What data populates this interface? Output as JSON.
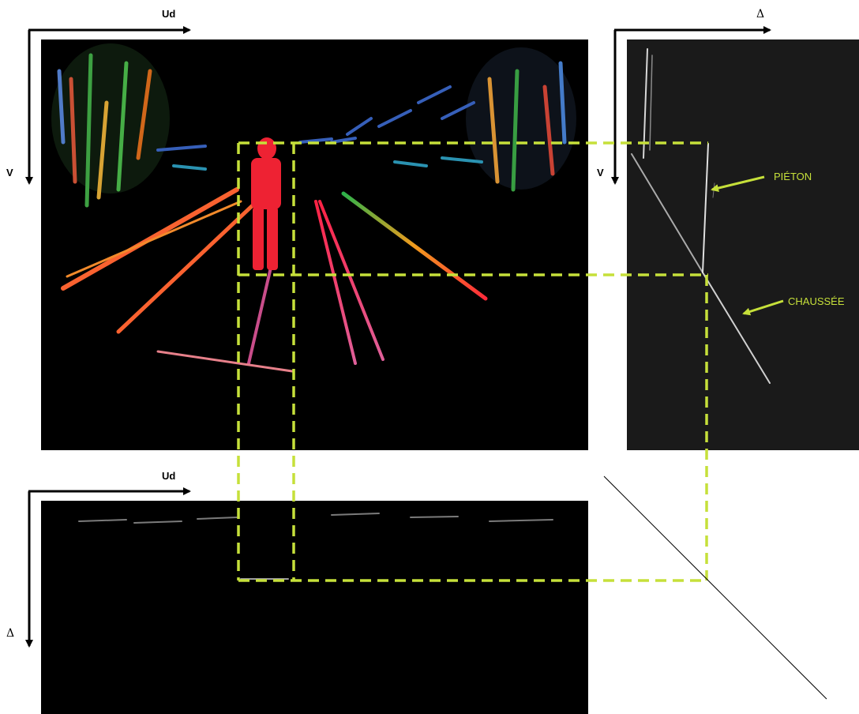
{
  "panels": {
    "disparity_image": {
      "x_axis_label": "Ud",
      "y_axis_label": "V"
    },
    "v_disparity": {
      "x_axis_label": "Δ",
      "y_axis_label": "V",
      "annotations": {
        "pedestrian": "PIÉTON",
        "road": "CHAUSSÉE"
      }
    },
    "u_disparity": {
      "x_axis_label": "Ud",
      "y_axis_label": "Δ"
    }
  },
  "colors": {
    "highlight": "#c6e03a",
    "background_panel": "#000000",
    "v_disparity_panel": "#1a1a1a",
    "axis": "#000000"
  }
}
